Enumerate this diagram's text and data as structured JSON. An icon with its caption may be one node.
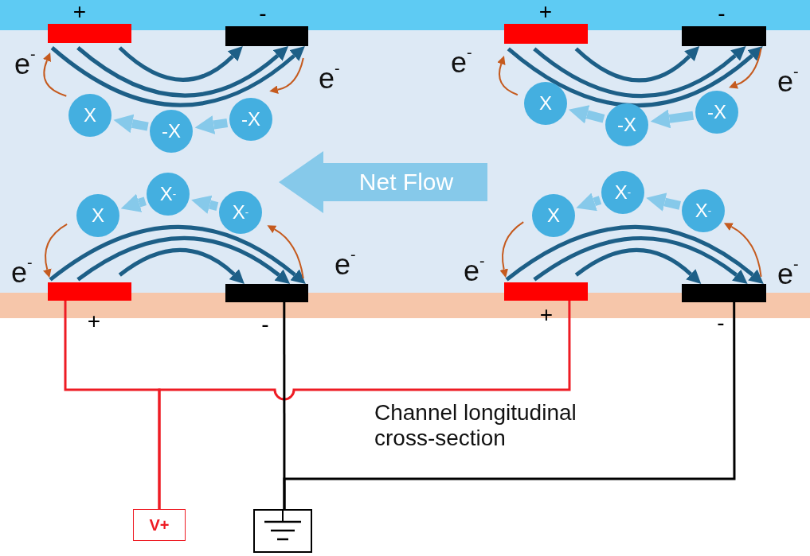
{
  "diagram": {
    "nodes": [
      {
        "text": [],
        "shape": "bar",
        "beside": [
          "+"
        ]
      },
      {
        "text": [],
        "shape": "bar",
        "beside": [
          "-"
        ]
      },
      {
        "text": [],
        "shape": "bar",
        "beside": [
          "+"
        ]
      },
      {
        "text": [],
        "shape": "bar",
        "beside": [
          "-"
        ]
      },
      {
        "text": [
          "X"
        ]
      },
      {
        "text": [
          "-X"
        ]
      },
      {
        "text": [
          "-X"
        ]
      },
      {
        "text": [
          "X"
        ]
      },
      {
        "text": [
          "-X"
        ]
      },
      {
        "text": [
          "-X"
        ]
      },
      {
        "text": [
          "Net Flow"
        ]
      },
      {
        "text": [
          "X"
        ]
      },
      {
        "text": [
          "X$^{-}$"
        ]
      },
      {
        "text": [
          "X$^{-}$"
        ]
      },
      {
        "text": [
          "X"
        ]
      },
      {
        "text": [
          "X$^{-}$"
        ]
      },
      {
        "text": [
          "X$^{-}$"
        ]
      },
      {
        "text": [],
        "shape": "bar",
        "beside": [
          "+"
        ]
      },
      {
        "text": [],
        "shape": "bar",
        "beside": [
          "-"
        ]
      },
      {
        "text": [],
        "shape": "bar",
        "beside": [
          "+"
        ]
      },
      {
        "text": [],
        "shape": "bar",
        "beside": [
          "-"
        ]
      },
      {
        "text": [
          "V+"
        ]
      },
      {
        "text": [],
        "shape": "box"
      }
    ],
    "edges": [
      {
        "from": 0,
        "to": 1,
        "arrow": "to"
      },
      {
        "from": 0,
        "to": 1,
        "arrow": "to"
      },
      {
        "from": 0,
        "to": 1,
        "arrow": "to"
      },
      {
        "from": 2,
        "to": 3,
        "arrow": "to"
      },
      {
        "from": 2,
        "to": 3,
        "arrow": "to"
      },
      {
        "from": 2,
        "to": 3,
        "arrow": "to"
      },
      {
        "from": 17,
        "to": 18,
        "arrow": "to"
      },
      {
        "from": 17,
        "to": 18,
        "arrow": "to"
      },
      {
        "from": 17,
        "to": 18,
        "arrow": "to"
      },
      {
        "from": 19,
        "to": 20,
        "arrow": "to"
      },
      {
        "from": 19,
        "to": 20,
        "arrow": "to"
      },
      {
        "from": 19,
        "to": 20,
        "arrow": "to"
      },
      {
        "from": 6,
        "to": 5,
        "arrow": "to",
        "style": "thick",
        "color": "#86c9ea"
      },
      {
        "from": 5,
        "to": 4,
        "arrow": "to",
        "style": "thick",
        "color": "#86c9ea"
      },
      {
        "from": 9,
        "to": 8,
        "arrow": "to",
        "style": "thick",
        "color": "#86c9ea"
      },
      {
        "from": 8,
        "to": 7,
        "arrow": "to",
        "style": "thick",
        "color": "#86c9ea"
      },
      {
        "from": 13,
        "to": 12,
        "arrow": "to",
        "style": "thick",
        "color": "#86c9ea"
      },
      {
        "from": 12,
        "to": 11,
        "arrow": "to",
        "style": "thick",
        "color": "#86c9ea"
      },
      {
        "from": 16,
        "to": 15,
        "arrow": "to",
        "style": "thick",
        "color": "#86c9ea"
      },
      {
        "from": 15,
        "to": 14,
        "arrow": "to",
        "style": "thick",
        "color": "#86c9ea"
      },
      {
        "from": 4,
        "to": 0,
        "arrow": "to",
        "color": "#c55a1e"
      },
      {
        "from": 1,
        "to": 6,
        "arrow": "to",
        "color": "#c55a1e"
      },
      {
        "from": 7,
        "to": 2,
        "arrow": "to",
        "color": "#c55a1e"
      },
      {
        "from": 3,
        "to": 9,
        "arrow": "to",
        "color": "#c55a1e"
      },
      {
        "from": 11,
        "to": 17,
        "arrow": "to",
        "color": "#c55a1e"
      },
      {
        "from": 18,
        "to": 13,
        "arrow": "to",
        "color": "#c55a1e"
      },
      {
        "from": 14,
        "to": 19,
        "arrow": "to",
        "color": "#c55a1e"
      },
      {
        "from": 20,
        "to": 16,
        "arrow": "to",
        "color": "#c55a1e"
      },
      {
        "from": 21,
        "to": 17,
        "arrow": "none",
        "color": "#ee1c24"
      },
      {
        "from": 21,
        "to": 19,
        "arrow": "none",
        "color": "#ee1c24"
      },
      {
        "from": 22,
        "to": 18,
        "arrow": "none",
        "color": "#000000"
      },
      {
        "from": 22,
        "to": 20,
        "arrow": "none",
        "color": "#000000"
      }
    ],
    "labels": [
      "e$^{-}$",
      "e$^{-}$",
      "e$^{-}$",
      "e$^{-}$",
      "e$^{-}$",
      "e$^{-}$",
      "e$^{-}$",
      "e$^{-}$",
      "Channel longitudinal cross-section"
    ]
  }
}
